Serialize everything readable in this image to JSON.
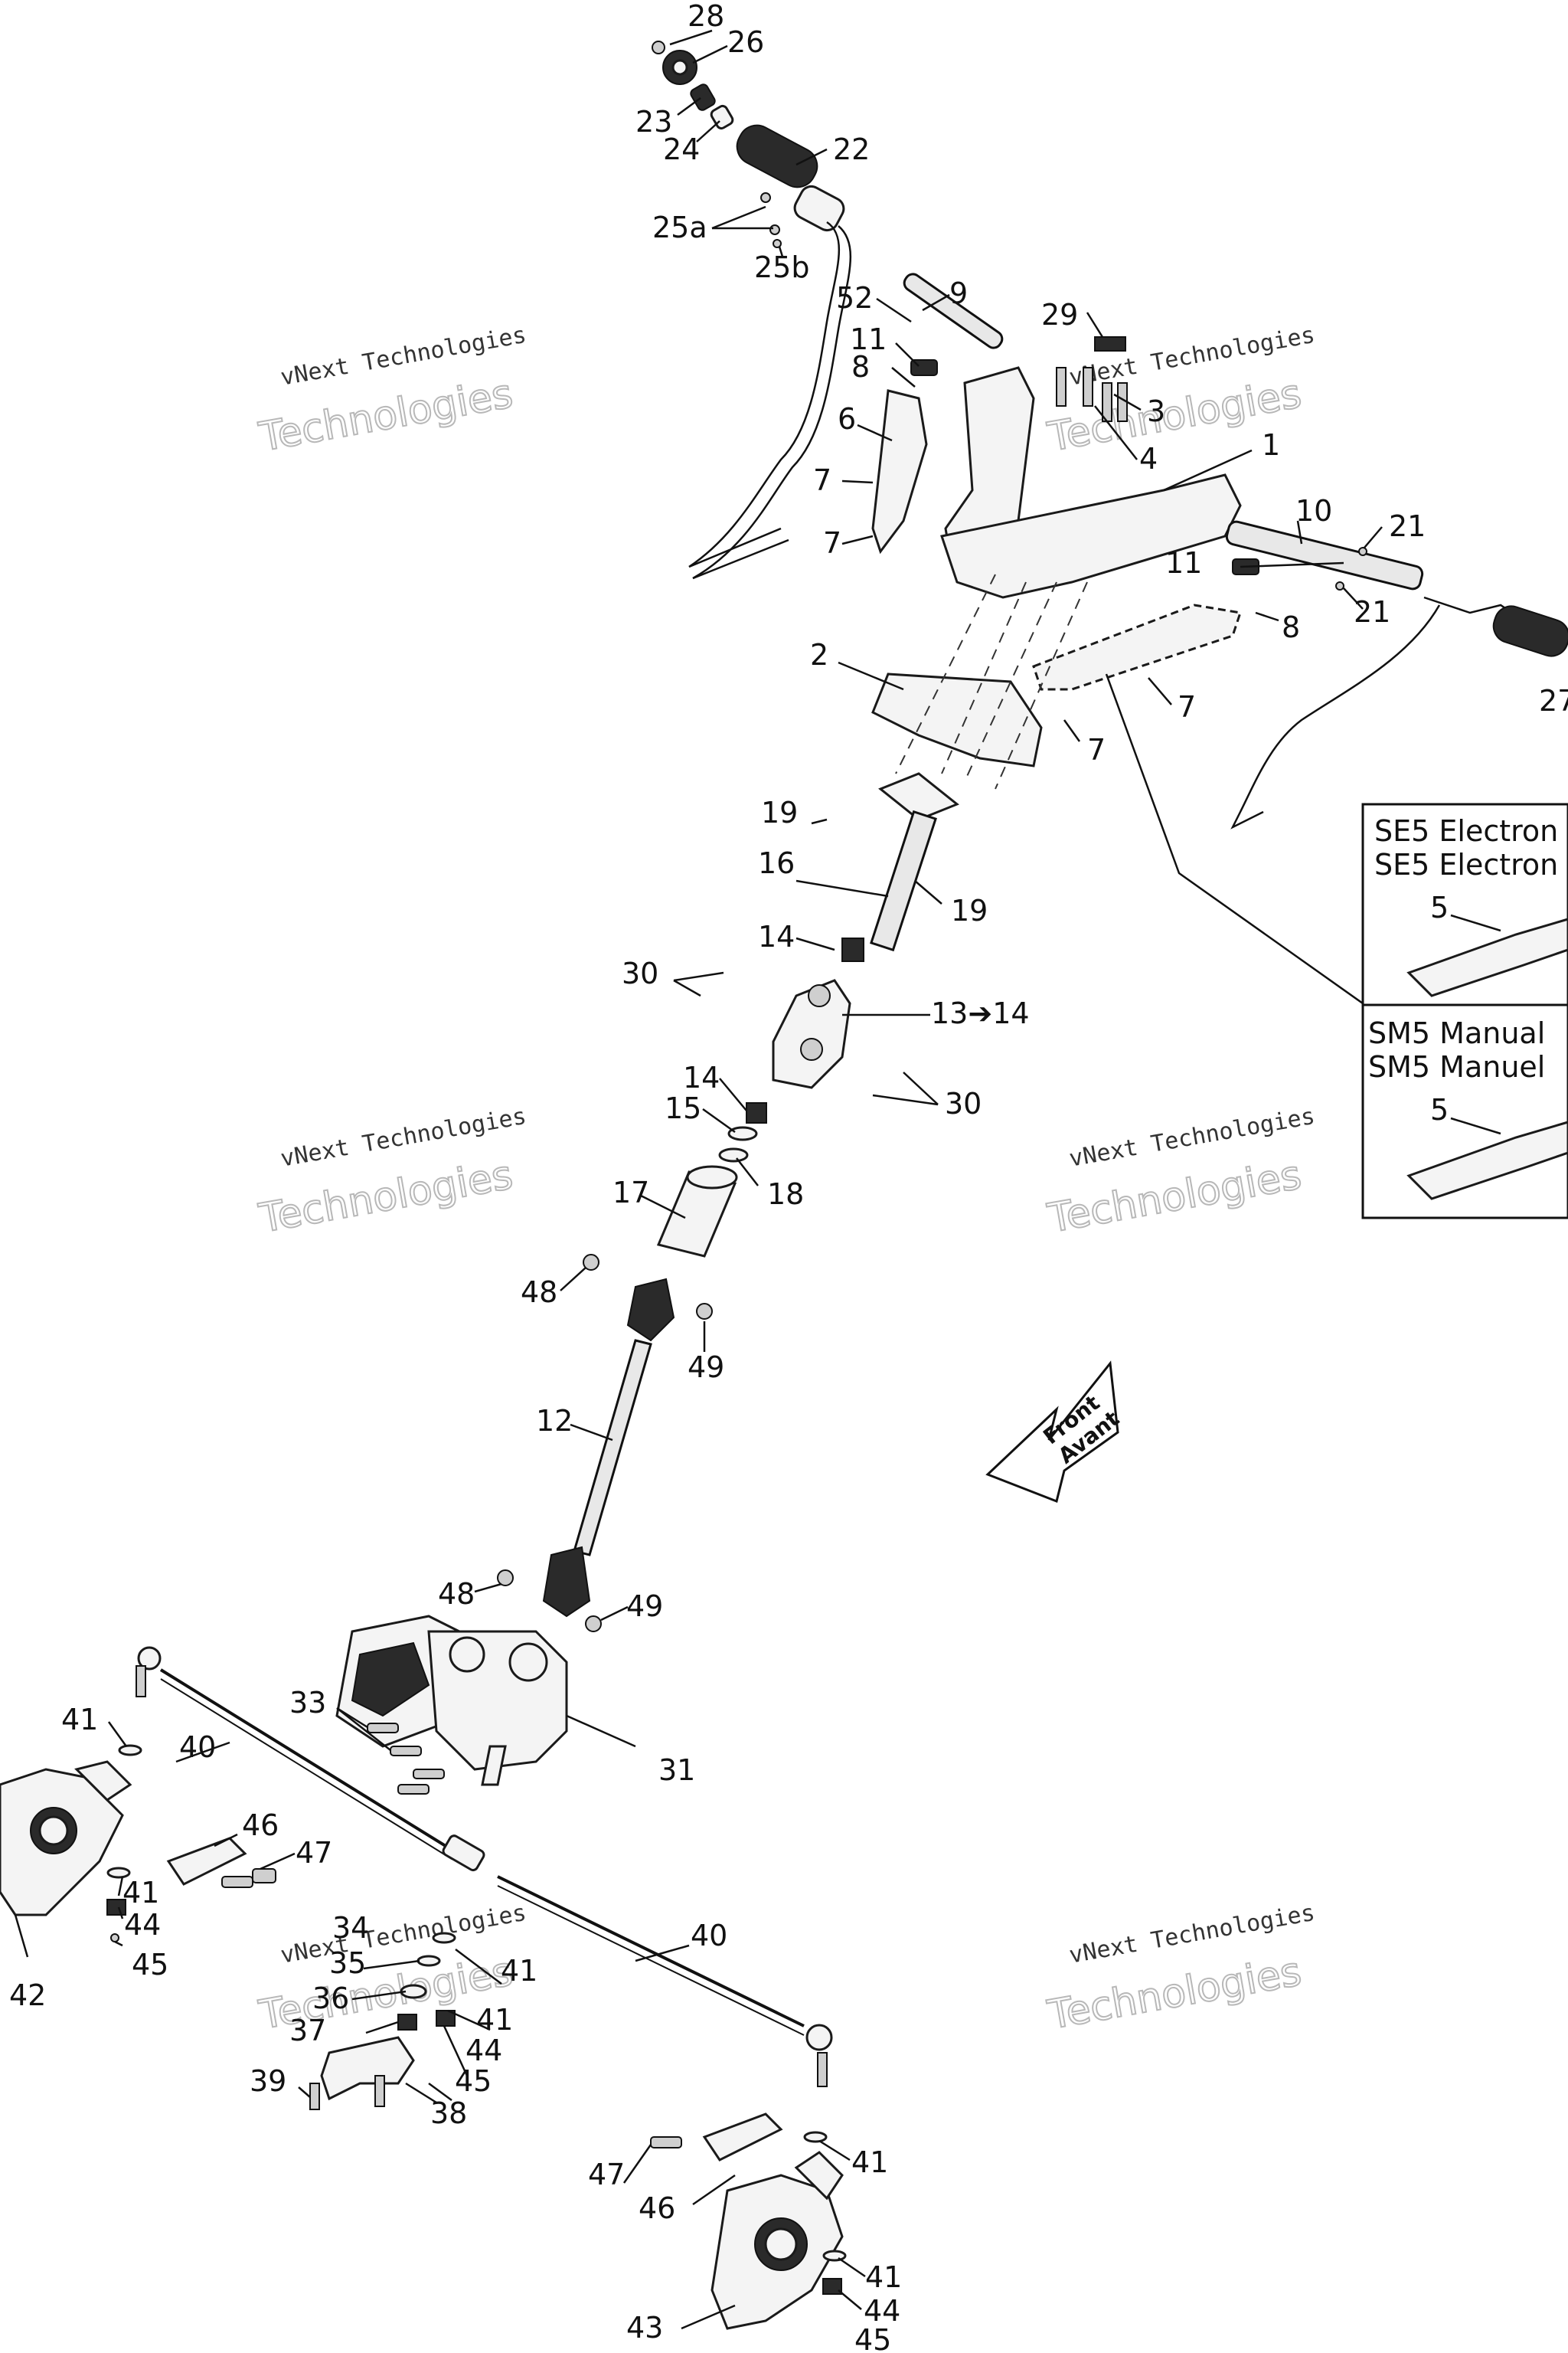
{
  "watermark": {
    "line1": "vNext Technologies",
    "line2": "Technologies"
  },
  "front_arrow": {
    "line1": "Front",
    "line2": "Avant"
  },
  "insets": [
    {
      "line1": "SE5 Electron",
      "line2": "SE5 Electron",
      "part": "5"
    },
    {
      "line1": "SM5 Manual",
      "line2": "SM5 Manuel",
      "part": "5"
    }
  ],
  "labels": [
    "1",
    "2",
    "3",
    "4",
    "5",
    "6",
    "7",
    "8",
    "9",
    "10",
    "11",
    "12",
    "13➔14",
    "14",
    "15",
    "16",
    "17",
    "18",
    "19",
    "21",
    "22",
    "23",
    "24",
    "25a",
    "25b",
    "26",
    "27",
    "28",
    "29",
    "30",
    "31",
    "33",
    "34",
    "35",
    "36",
    "37",
    "38",
    "39",
    "40",
    "41",
    "42",
    "43",
    "44",
    "45",
    "46",
    "47",
    "48",
    "49",
    "52"
  ]
}
